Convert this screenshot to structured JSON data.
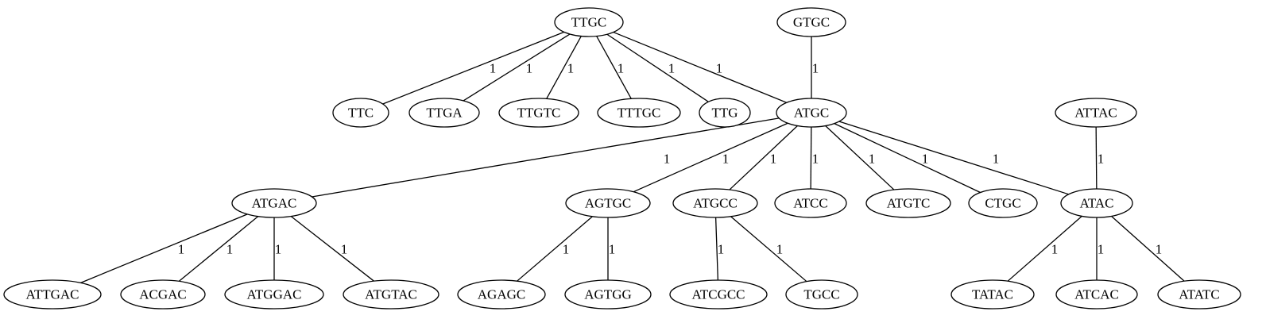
{
  "graph": {
    "nodes": [
      {
        "id": "TTGC",
        "label": "TTGC"
      },
      {
        "id": "GTGC",
        "label": "GTGC"
      },
      {
        "id": "TTC",
        "label": "TTC"
      },
      {
        "id": "TTGA",
        "label": "TTGA"
      },
      {
        "id": "TTGTC",
        "label": "TTGTC"
      },
      {
        "id": "TTTGC",
        "label": "TTTGC"
      },
      {
        "id": "TTG",
        "label": "TTG"
      },
      {
        "id": "ATGC",
        "label": "ATGC"
      },
      {
        "id": "ATTAC",
        "label": "ATTAC"
      },
      {
        "id": "ATGAC",
        "label": "ATGAC"
      },
      {
        "id": "AGTGC",
        "label": "AGTGC"
      },
      {
        "id": "ATGCC",
        "label": "ATGCC"
      },
      {
        "id": "ATCC",
        "label": "ATCC"
      },
      {
        "id": "ATGTC",
        "label": "ATGTC"
      },
      {
        "id": "CTGC",
        "label": "CTGC"
      },
      {
        "id": "ATAC",
        "label": "ATAC"
      },
      {
        "id": "ATTGAC",
        "label": "ATTGAC"
      },
      {
        "id": "ACGAC",
        "label": "ACGAC"
      },
      {
        "id": "ATGGAC",
        "label": "ATGGAC"
      },
      {
        "id": "ATGTAC",
        "label": "ATGTAC"
      },
      {
        "id": "AGAGC",
        "label": "AGAGC"
      },
      {
        "id": "AGTGG",
        "label": "AGTGG"
      },
      {
        "id": "ATCGCC",
        "label": "ATCGCC"
      },
      {
        "id": "TGCC",
        "label": "TGCC"
      },
      {
        "id": "TATAC",
        "label": "TATAC"
      },
      {
        "id": "ATCAC",
        "label": "ATCAC"
      },
      {
        "id": "ATATC",
        "label": "ATATC"
      }
    ],
    "edges": [
      {
        "from": "TTGC",
        "to": "TTC",
        "label": "1"
      },
      {
        "from": "TTGC",
        "to": "TTGA",
        "label": "1"
      },
      {
        "from": "TTGC",
        "to": "TTGTC",
        "label": "1"
      },
      {
        "from": "TTGC",
        "to": "TTTGC",
        "label": "1"
      },
      {
        "from": "TTGC",
        "to": "TTG",
        "label": "1"
      },
      {
        "from": "TTGC",
        "to": "ATGC",
        "label": "1"
      },
      {
        "from": "GTGC",
        "to": "ATGC",
        "label": "1"
      },
      {
        "from": "ATGC",
        "to": "ATGAC",
        "label": "1"
      },
      {
        "from": "ATGC",
        "to": "AGTGC",
        "label": "1"
      },
      {
        "from": "ATGC",
        "to": "ATGCC",
        "label": "1"
      },
      {
        "from": "ATGC",
        "to": "ATCC",
        "label": "1"
      },
      {
        "from": "ATGC",
        "to": "ATGTC",
        "label": "1"
      },
      {
        "from": "ATGC",
        "to": "CTGC",
        "label": "1"
      },
      {
        "from": "ATGC",
        "to": "ATAC",
        "label": "1"
      },
      {
        "from": "ATTAC",
        "to": "ATAC",
        "label": "1"
      },
      {
        "from": "ATGAC",
        "to": "ATTGAC",
        "label": "1"
      },
      {
        "from": "ATGAC",
        "to": "ACGAC",
        "label": "1"
      },
      {
        "from": "ATGAC",
        "to": "ATGGAC",
        "label": "1"
      },
      {
        "from": "ATGAC",
        "to": "ATGTAC",
        "label": "1"
      },
      {
        "from": "AGTGC",
        "to": "AGAGC",
        "label": "1"
      },
      {
        "from": "AGTGC",
        "to": "AGTGG",
        "label": "1"
      },
      {
        "from": "ATGCC",
        "to": "ATCGCC",
        "label": "1"
      },
      {
        "from": "ATGCC",
        "to": "TGCC",
        "label": "1"
      },
      {
        "from": "ATAC",
        "to": "TATAC",
        "label": "1"
      },
      {
        "from": "ATAC",
        "to": "ATCAC",
        "label": "1"
      },
      {
        "from": "ATAC",
        "to": "ATATC",
        "label": "1"
      }
    ]
  }
}
